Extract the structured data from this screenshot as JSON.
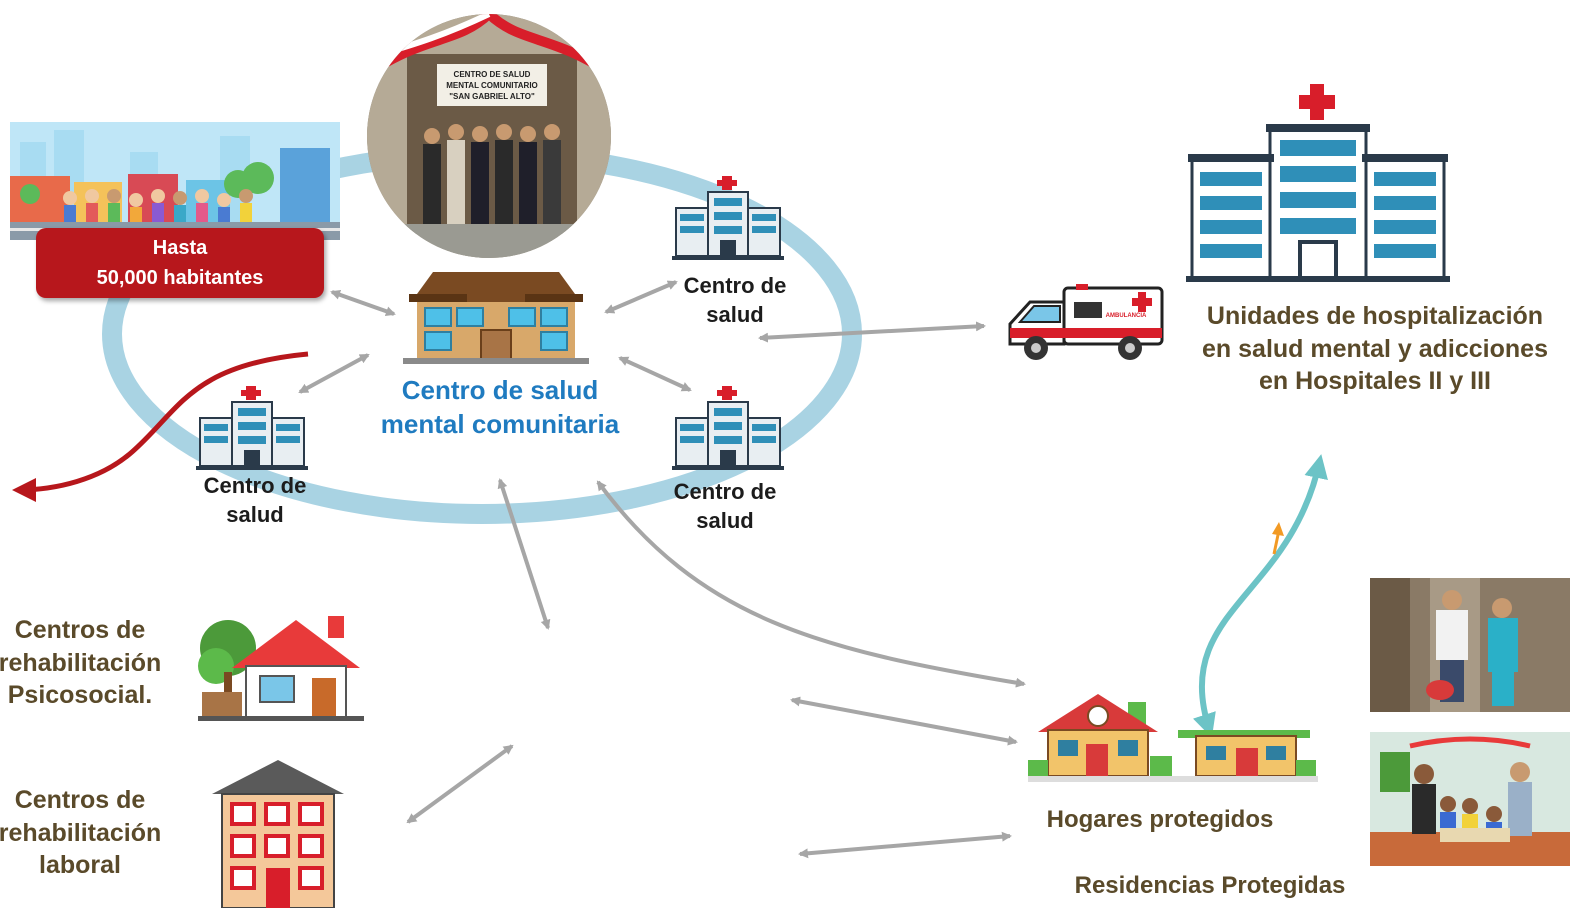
{
  "population": {
    "line1": "Hasta",
    "line2": "50,000 habitantes"
  },
  "central": {
    "line1": "Centro de salud",
    "line2": "mental comunitaria"
  },
  "health_centers": [
    {
      "line1": "Centro de",
      "line2": "salud"
    },
    {
      "line1": "Centro de",
      "line2": "salud"
    },
    {
      "line1": "Centro de",
      "line2": "salud"
    }
  ],
  "hospital": {
    "line1": "Unidades  de hospitalización",
    "line2": "en salud mental y adicciones",
    "line3": "en Hospitales II y III"
  },
  "rehab_psychosocial": {
    "line1": "Centros de",
    "line2": "rehabilitación",
    "line3": "Psicosocial."
  },
  "rehab_labor": {
    "line1": "Centros de",
    "line2": "rehabilitación",
    "line3": "laboral"
  },
  "protected_homes": "Hogares protegidos",
  "protected_residences": "Residencias Protegidas",
  "ambulance_text": "AMBULANCIA",
  "photo_sign": {
    "line1": "CENTRO DE SALUD",
    "line2": "MENTAL COMUNITARIO",
    "line3": "\"SAN GABRIEL ALTO\""
  },
  "colors": {
    "red": "#b7171c",
    "blue_text": "#1f7bc0",
    "brown_text": "#5a4a2a",
    "ring": "#a9d3e3",
    "gray_arrow": "#a6a6a6",
    "teal_arrow": "#6cc3c6"
  }
}
